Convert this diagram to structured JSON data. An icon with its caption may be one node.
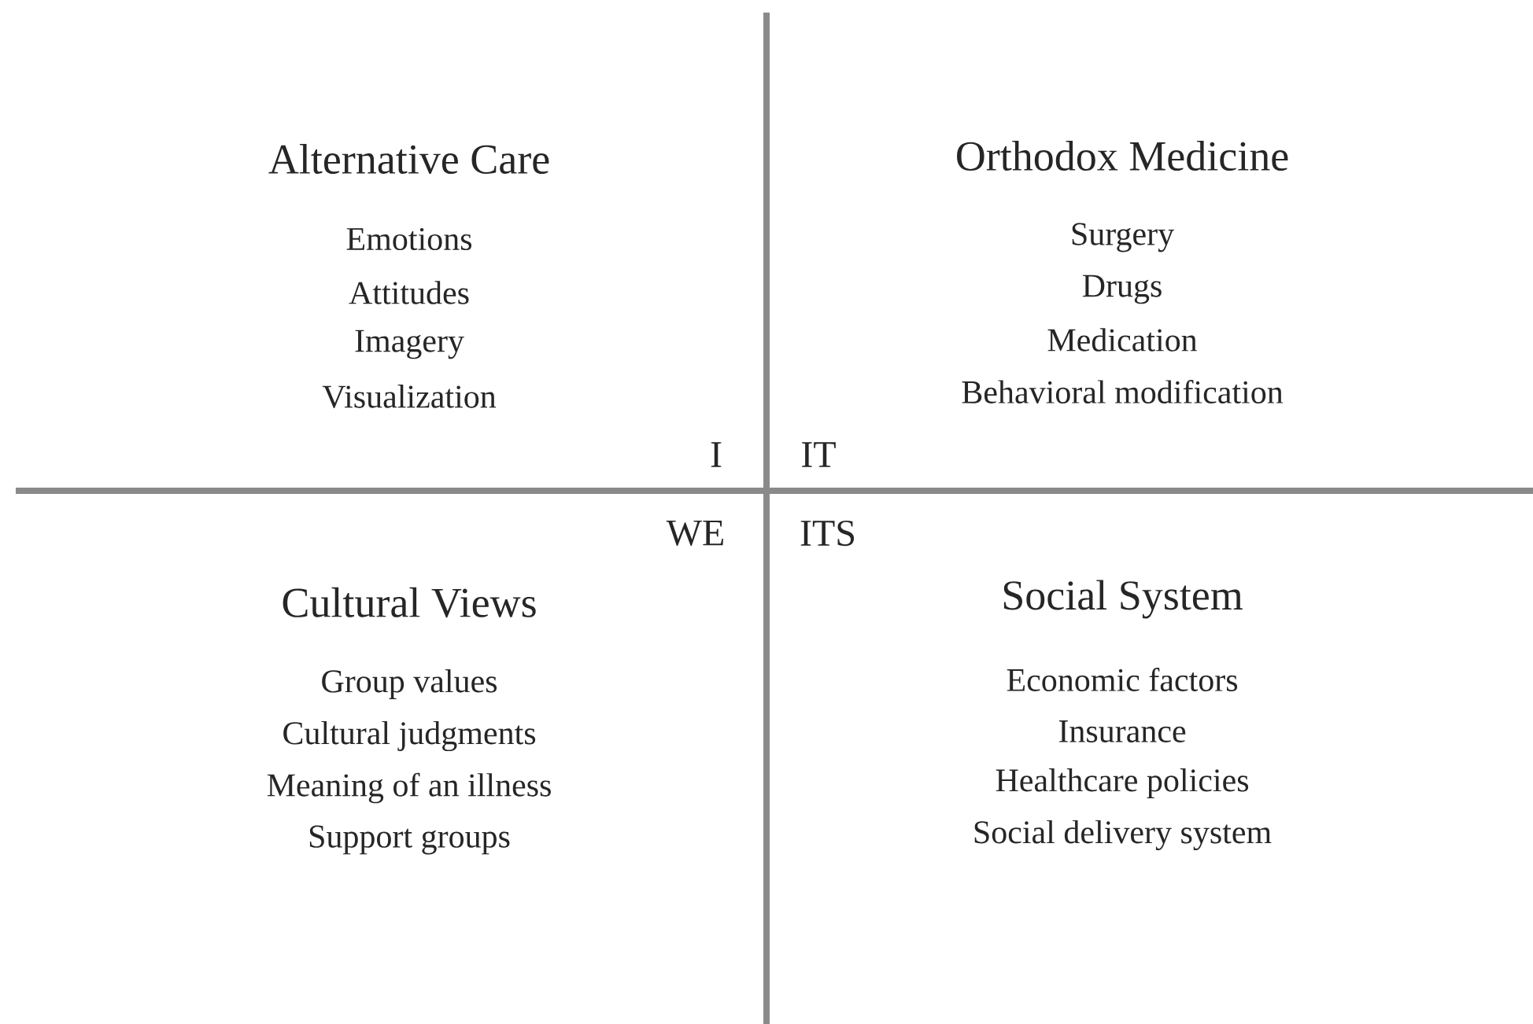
{
  "diagram": {
    "labels": [
      "Alternative Care",
      "Emotions",
      "Attitudes",
      "Imagery",
      "Visualization",
      "Orthodox Medicine",
      "Surgery",
      "Drugs",
      "Medication",
      "Behavioral modification",
      "I",
      "IT",
      "WE",
      "ITS",
      "Cultural Views",
      "Group values",
      "Cultural judgments",
      "Meaning of an illness",
      "Support groups",
      "Social System",
      "Economic factors",
      "Insurance",
      "Healthcare policies",
      "Social delivery system"
    ]
  }
}
